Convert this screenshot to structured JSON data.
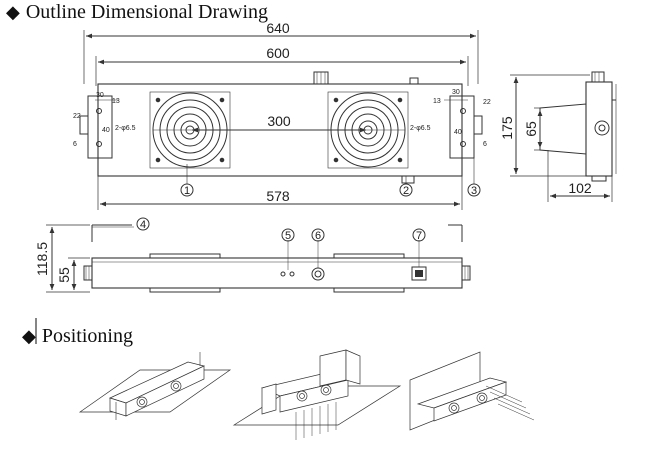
{
  "headings": {
    "outline": "Outline Dimensional Drawing",
    "positioning": "Positioning",
    "bullet_glyph": "◆"
  },
  "dimensions": {
    "overall_length": "640",
    "mount_spacing": "600",
    "fan_spacing": "300",
    "body_length": "578",
    "side_height": "175",
    "side_bracket": "65",
    "side_depth": "102",
    "front_height": "118.5",
    "front_base": "55",
    "bracket_hole_left": "2-φ6.5",
    "bracket_hole_right": "2-φ6.5",
    "bracket_a_left": "30",
    "bracket_b_left": "13",
    "bracket_c_left": "40",
    "bracket_d_left": "6",
    "bracket_e_left": "22",
    "bracket_a_right": "30",
    "bracket_b_right": "13",
    "bracket_c_right": "40",
    "bracket_d_right": "6",
    "bracket_e_right": "22"
  },
  "callouts": [
    "1",
    "2",
    "3",
    "4",
    "5",
    "6",
    "7"
  ],
  "positioning_views": [
    "ceiling-mount",
    "bench-mount",
    "side-mount"
  ]
}
